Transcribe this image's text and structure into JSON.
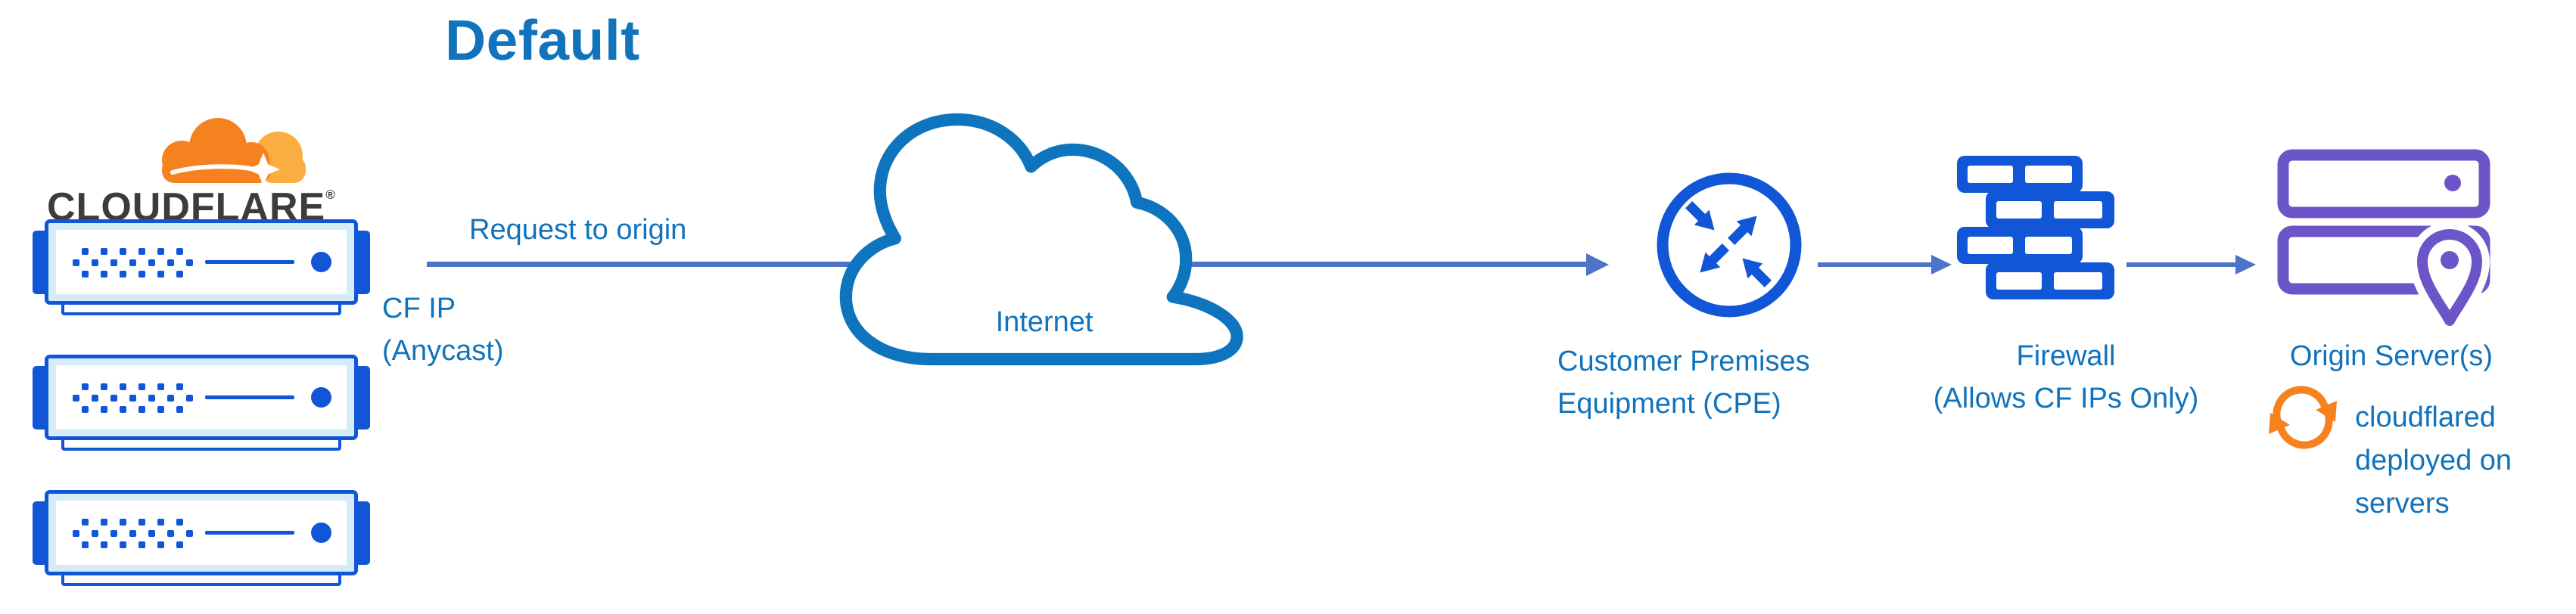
{
  "title": "Default",
  "brand": {
    "wordmark": "CLOUDFLARE",
    "registered": "®"
  },
  "flow": {
    "request_label": "Request to origin",
    "cf_ip_line1": "CF IP",
    "cf_ip_line2": "(Anycast)",
    "internet_label": "Internet",
    "cpe_label_line1": "Customer Premises",
    "cpe_label_line2": "Equipment (CPE)",
    "firewall_label_line1": "Firewall",
    "firewall_label_line2": "(Allows CF IPs Only)",
    "origin_label": "Origin Server(s)",
    "cloudflared_note": "cloudflared deployed on servers"
  },
  "icons": {
    "cloudflare_logo": "cloudflare-cloud-logo-icon",
    "edge_servers": "cloudflare-server-icon",
    "internet": "internet-cloud-icon",
    "cpe": "cpe-router-icon",
    "firewall": "firewall-brick-icon",
    "origin": "origin-servers-icon",
    "location": "location-pin-icon",
    "cloudflared": "sync-refresh-icon"
  },
  "colors": {
    "label_blue": "#1173BC",
    "icon_blue": "#1256D8",
    "arrow_blue": "#4D74C8",
    "cloud_blue": "#0E74BE",
    "purple": "#6C55C9",
    "orange": "#F6821F",
    "orange_light": "#FBAD41",
    "wordmark": "#3C3C3E",
    "server_frame": "#D5ECF6"
  }
}
